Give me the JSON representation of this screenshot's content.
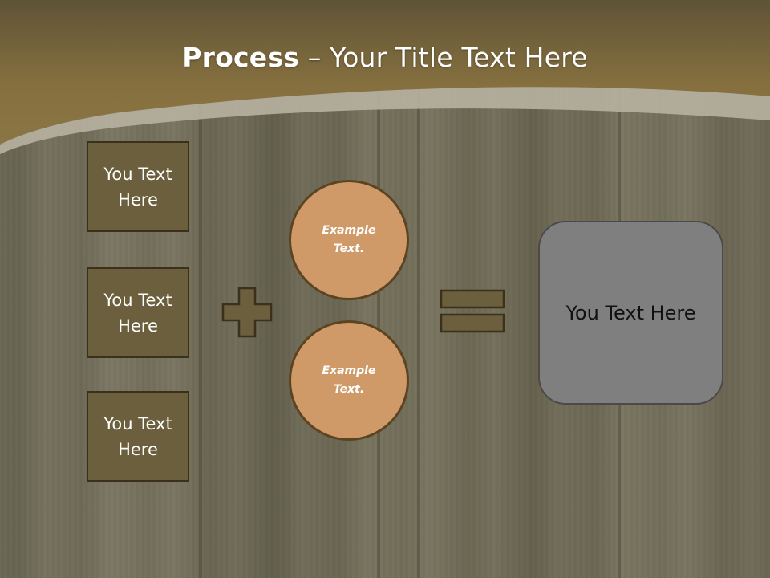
{
  "slide": {
    "title_bold": "Process",
    "title_rest": " – Your Title Text Here",
    "boxes": [
      {
        "label": "You Text Here"
      },
      {
        "label": "You Text Here"
      },
      {
        "label": "You Text Here"
      }
    ],
    "circles": [
      {
        "label": "Example Text."
      },
      {
        "label": "Example Text."
      }
    ],
    "result": {
      "label": "You Text Here"
    },
    "operators": {
      "plus": "plus-icon",
      "equals": "equals-icon"
    },
    "colors": {
      "header_band": "#86703f",
      "box_fill": "#6b5f3d",
      "circle_fill": "#cf9a68",
      "result_fill": "#7f7f7f",
      "operator_fill": "#6b5f3d"
    }
  }
}
